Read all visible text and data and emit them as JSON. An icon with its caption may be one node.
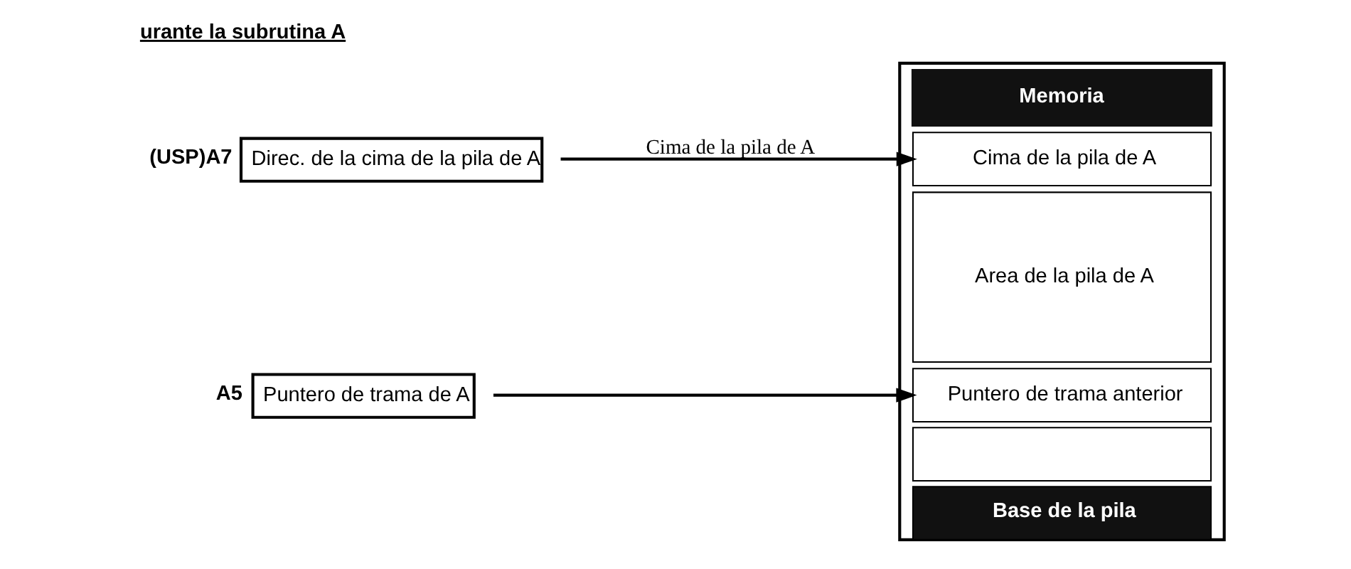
{
  "diagram": {
    "title": "urante la subrutina A",
    "nodes": [
      {
        "text": [
          "Direc. de la cima de la pila de A"
        ],
        "beside": [
          "(USP)A7"
        ]
      },
      {
        "text": [
          "Puntero de trama de A"
        ],
        "beside": [
          "A5"
        ]
      },
      {
        "text": [
          "Memoria"
        ]
      },
      {
        "text": [
          "Cima de la pila de A"
        ],
        "in": 2
      },
      {
        "text": [
          "Area de la pila de A"
        ],
        "in": 2
      },
      {
        "text": [
          "Puntero de trama anterior"
        ],
        "in": 2
      },
      {
        "text": [],
        "shape": "box",
        "in": 2
      },
      {
        "text": [
          "Base de la pila"
        ],
        "in": 2
      }
    ],
    "edges": [
      {
        "from": 0,
        "to": 3,
        "arrow": "to",
        "label": "Cima de la pila de A"
      },
      {
        "from": 1,
        "to": 5,
        "arrow": "to"
      }
    ]
  }
}
